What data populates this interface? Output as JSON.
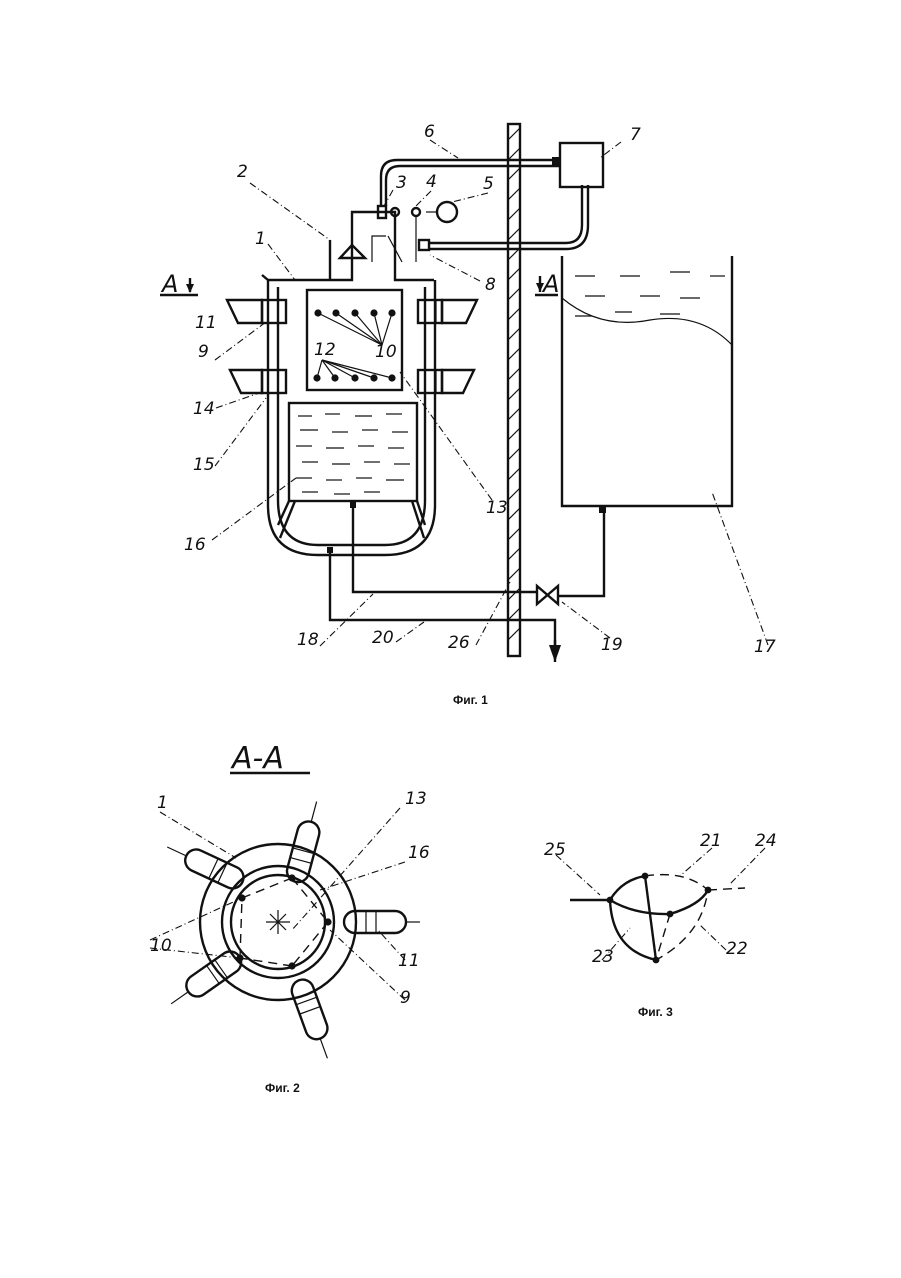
{
  "fig1": {
    "caption": "Фиг. 1",
    "section_mark": "A",
    "labels": [
      "1",
      "2",
      "3",
      "4",
      "5",
      "6",
      "7",
      "8",
      "9",
      "10",
      "11",
      "12",
      "13",
      "14",
      "15",
      "16",
      "17",
      "18",
      "19",
      "20",
      "26"
    ]
  },
  "fig2": {
    "caption": "Фиг. 2",
    "title": "A-A",
    "labels": [
      "1",
      "13",
      "16",
      "10",
      "11",
      "9"
    ]
  },
  "fig3": {
    "caption": "Фиг. 3",
    "labels": [
      "25",
      "21",
      "24",
      "23",
      "22"
    ]
  }
}
